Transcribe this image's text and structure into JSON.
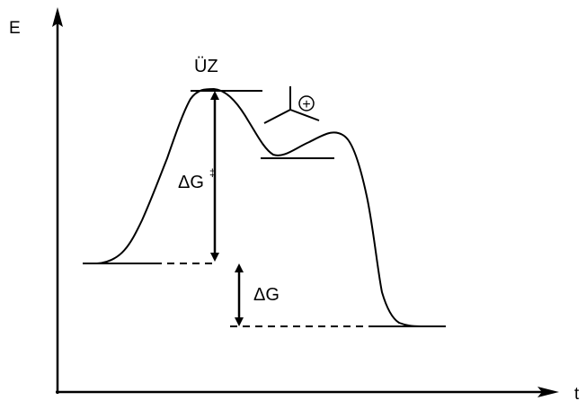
{
  "axes": {
    "y_label": "E",
    "x_label": "t"
  },
  "labels": {
    "transition_state": "ÜZ",
    "activation_energy": "ΔG",
    "activation_energy_mark": "‡",
    "reaction_energy": "ΔG"
  },
  "intermediate_symbol": {
    "charge": "+"
  }
}
